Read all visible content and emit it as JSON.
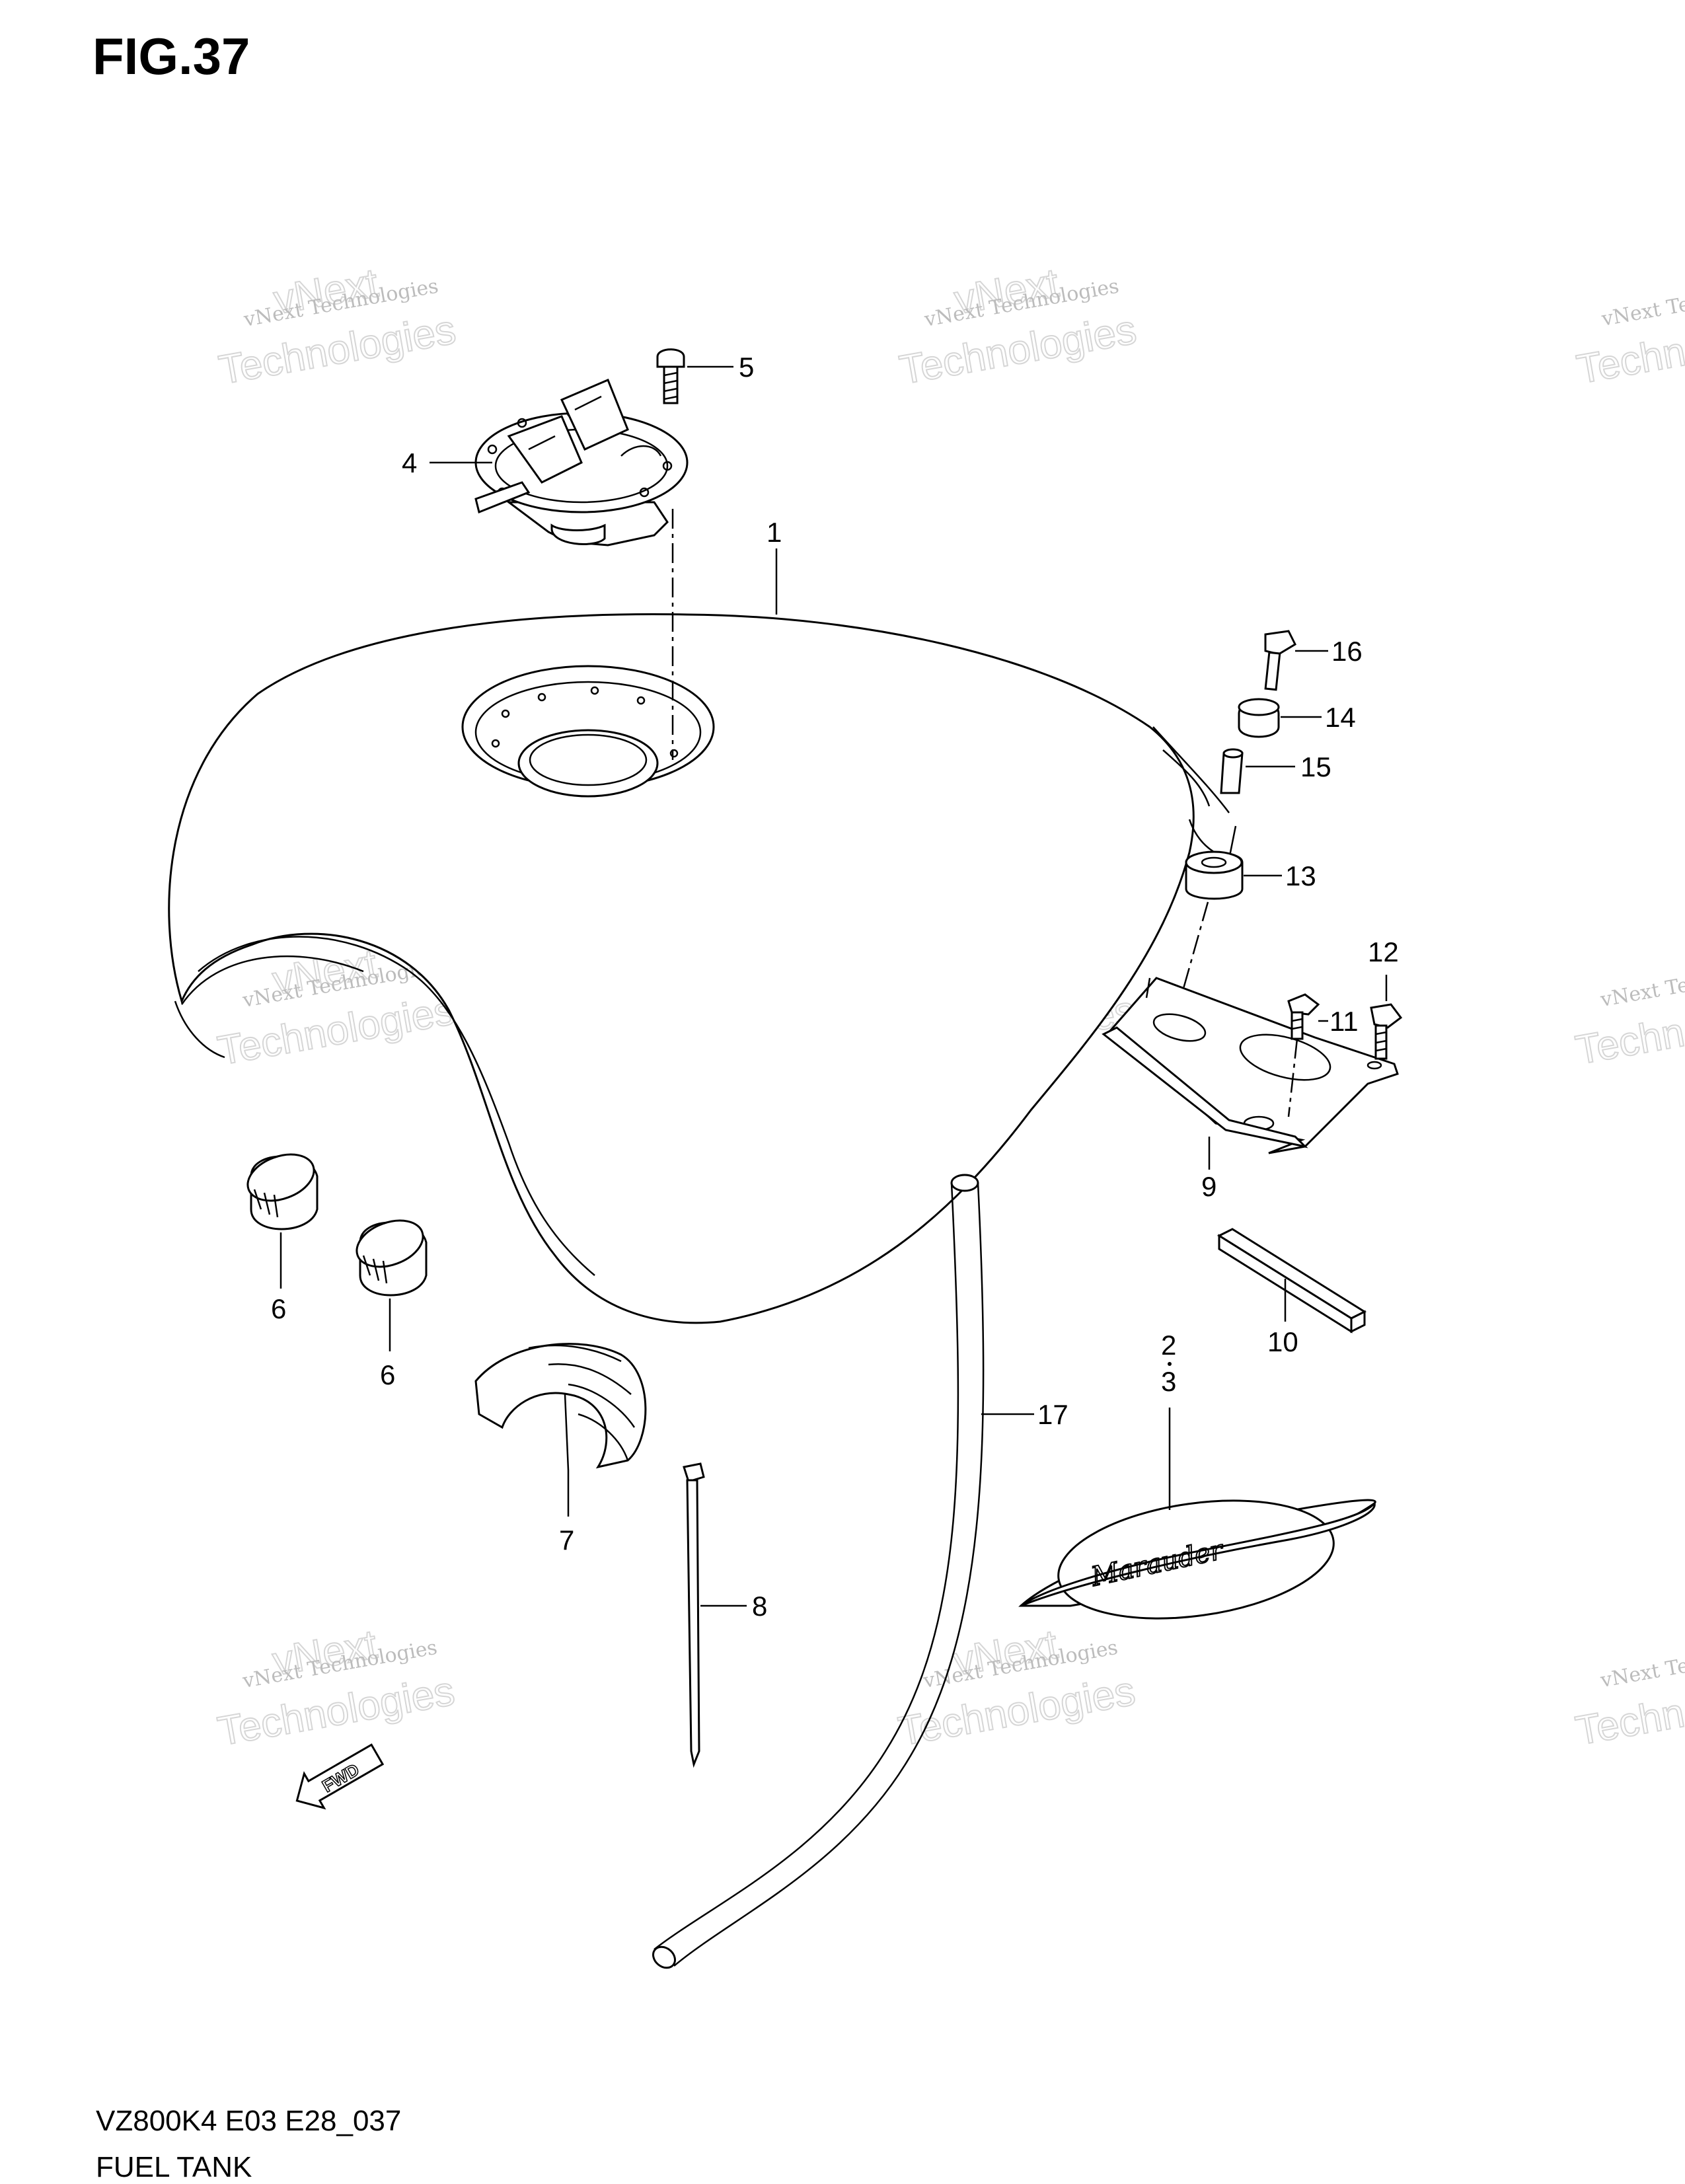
{
  "figure": {
    "title": "FIG.37",
    "model_code": "VZ800K4 E03 E28_037",
    "section_name": "FUEL TANK"
  },
  "watermark": {
    "line1": "vNext Technologies",
    "line2a": "vNext",
    "line2b": "Technologies"
  },
  "callouts": {
    "p1": "1",
    "p2": "2",
    "p3": "3",
    "p4": "4",
    "p5": "5",
    "p6a": "6",
    "p6b": "6",
    "p7": "7",
    "p8": "8",
    "p9": "9",
    "p10": "10",
    "p11": "11",
    "p12": "12",
    "p13": "13",
    "p14": "14",
    "p15": "15",
    "p16": "16",
    "p17": "17"
  },
  "labels": {
    "fwd": "FWD",
    "emblem": "Marauder"
  }
}
